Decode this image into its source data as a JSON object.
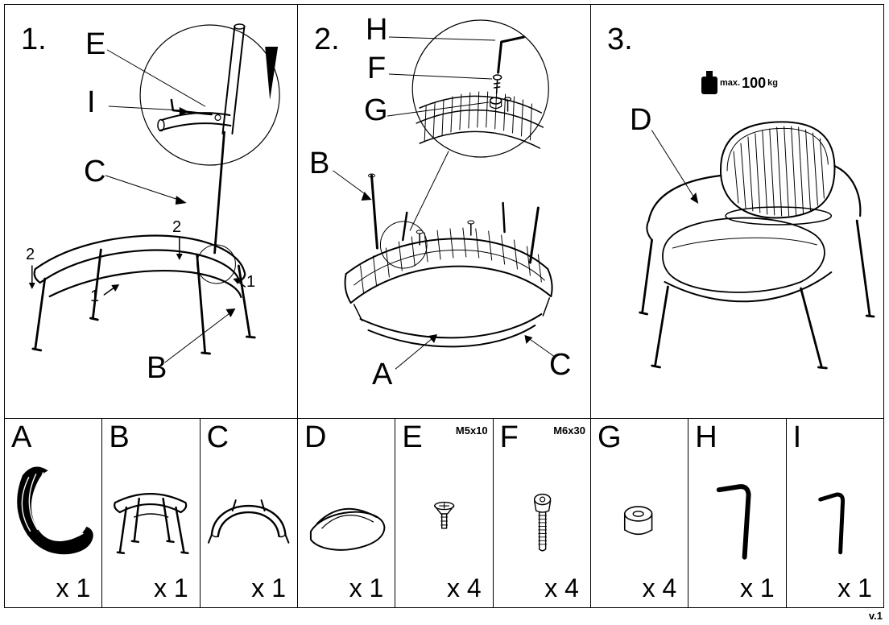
{
  "doc": {
    "version": "v.1"
  },
  "step1": {
    "number": "1.",
    "label_e": "E",
    "label_i": "I",
    "label_c": "C",
    "label_b": "B",
    "order": {
      "m1": "2",
      "m2": "1",
      "m3": "2",
      "m4": "1"
    }
  },
  "step2": {
    "number": "2.",
    "label_h": "H",
    "label_f": "F",
    "label_g": "G",
    "label_b": "B",
    "label_a": "A",
    "label_c": "C"
  },
  "step3": {
    "number": "3.",
    "label_d": "D",
    "weight_prefix": "max.",
    "weight_value": "100",
    "weight_unit": "kg"
  },
  "parts": [
    {
      "letter": "A",
      "qty": "x 1"
    },
    {
      "letter": "B",
      "qty": "x 1"
    },
    {
      "letter": "C",
      "qty": "x 1"
    },
    {
      "letter": "D",
      "qty": "x 1"
    },
    {
      "letter": "E",
      "qty": "x 4",
      "spec": "M5x10"
    },
    {
      "letter": "F",
      "qty": "x 4",
      "spec": "M6x30"
    },
    {
      "letter": "G",
      "qty": "x 4"
    },
    {
      "letter": "H",
      "qty": "x 1"
    },
    {
      "letter": "I",
      "qty": "x 1"
    }
  ]
}
